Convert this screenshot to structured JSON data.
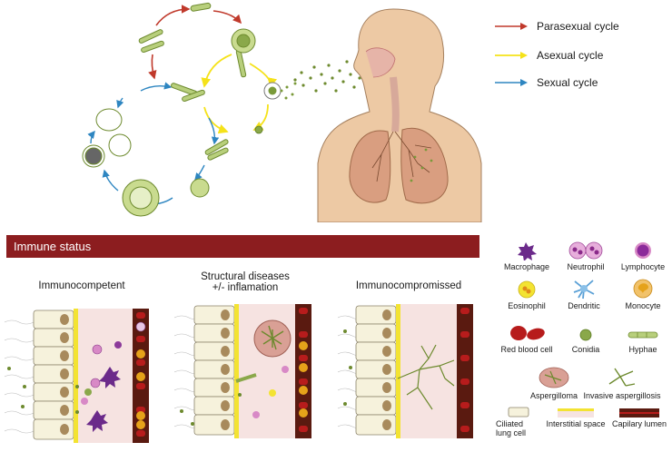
{
  "legend": {
    "parasexual": {
      "label": "Parasexual cycle",
      "color": "#c0392b"
    },
    "asexual": {
      "label": "Asexual cycle",
      "color": "#f5e21a"
    },
    "sexual": {
      "label": "Sexual cycle",
      "color": "#2e86c1"
    }
  },
  "banner": {
    "title": "Immune status"
  },
  "panels": [
    {
      "title": "Immunocompetent"
    },
    {
      "title": "Structural diseases\n+/- inflamation"
    },
    {
      "title": "Immunocompromissed"
    }
  ],
  "key": {
    "macrophage": "Macrophage",
    "neutrophil": "Neutrophil",
    "lymphocyte": "Lymphocyte",
    "eosinophil": "Eosinophil",
    "dendritic": "Dendritic",
    "monocyte": "Monocyte",
    "rbc": "Red blood cell",
    "conidia": "Conidia",
    "hyphae": "Hyphae",
    "aspergilloma": "Aspergilloma",
    "invasive": "Invasive aspergillosis",
    "ciliated": "Ciliated\nlung cell",
    "interstitial": "Interstitial space",
    "capillary": "Capilary lumen"
  },
  "colors": {
    "banner": "#8c1d1f",
    "fungus": "#a9c06a",
    "macrophage": "#6b2a8a",
    "neutrophil": "#d889c6",
    "eosinophil": "#f3e332",
    "monocyte": "#e5a21a",
    "rbc": "#b71c1c",
    "lumen": "#5a1a10",
    "interstitial": "#f6e3e1",
    "skin": "#edc9a4",
    "lung": "#d9a07e"
  }
}
